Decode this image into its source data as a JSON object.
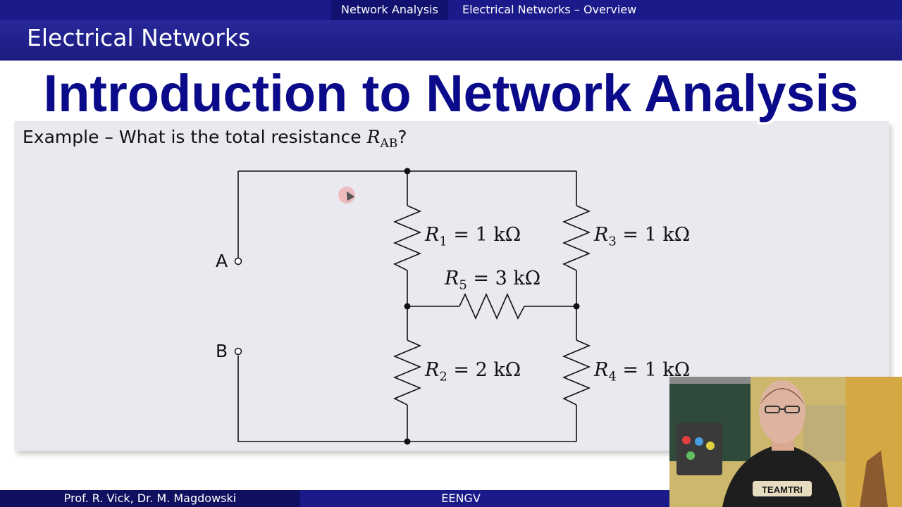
{
  "nav": {
    "section": "Network Analysis",
    "subsection": "Electrical Networks – Overview"
  },
  "frame_title": "Electrical Networks",
  "overlay_title": "Introduction to Network Analysis",
  "example": {
    "prefix": "Example – What is the total resistance ",
    "symbol": "R",
    "subscript": "AB",
    "suffix": "?"
  },
  "terminals": {
    "a": "A",
    "b": "B"
  },
  "resistors": [
    {
      "symbol": "R",
      "index": "1",
      "value": " = 1 kΩ"
    },
    {
      "symbol": "R",
      "index": "2",
      "value": " = 2 kΩ"
    },
    {
      "symbol": "R",
      "index": "3",
      "value": " = 1 kΩ"
    },
    {
      "symbol": "R",
      "index": "4",
      "value": " = 1 kΩ"
    },
    {
      "symbol": "R",
      "index": "5",
      "value": " = 3 kΩ"
    }
  ],
  "footer": {
    "authors": "Prof. R. Vick, Dr. M. Magdowski",
    "course": "EENGV"
  },
  "webcam": {
    "shirt_text": "TEAMTRI"
  },
  "colors": {
    "beamer_blue": "#1a1a8a",
    "overlay_text": "#0a0a8a",
    "block_bg": "#ebe9f0"
  }
}
